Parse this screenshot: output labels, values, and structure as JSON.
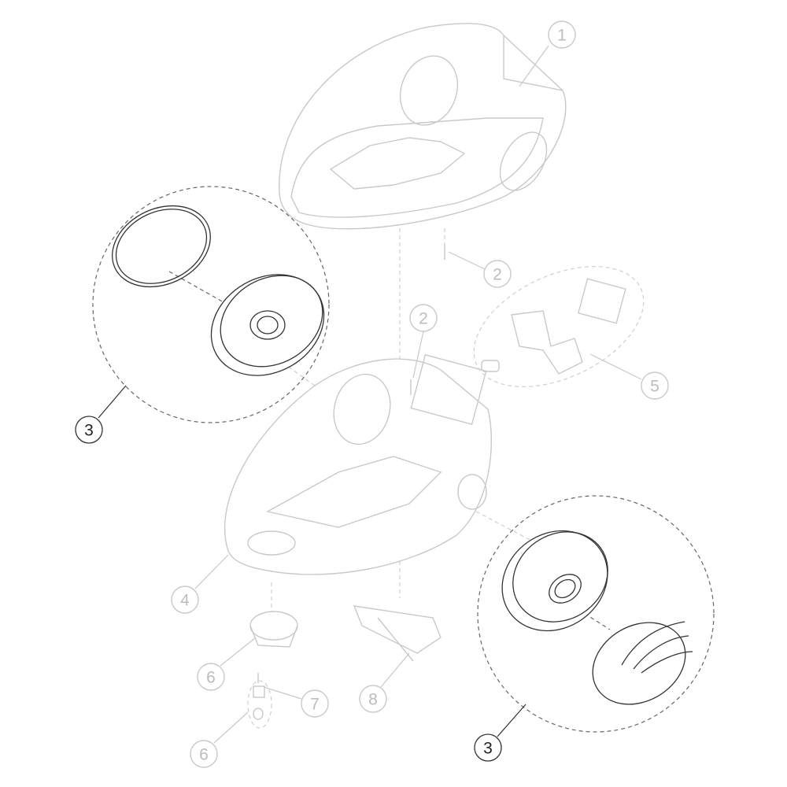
{
  "callouts": [
    {
      "label": "1",
      "part": "upper-housing"
    },
    {
      "label": "2",
      "part": "screw-upper"
    },
    {
      "label": "2",
      "part": "screw-lower"
    },
    {
      "label": "3",
      "part": "side-cover-left"
    },
    {
      "label": "5",
      "part": "switch-assembly"
    },
    {
      "label": "4",
      "part": "lower-housing"
    },
    {
      "label": "6",
      "part": "knob"
    },
    {
      "label": "7",
      "part": "pin"
    },
    {
      "label": "8",
      "part": "cord-guide"
    },
    {
      "label": "6",
      "part": "knob-insert"
    },
    {
      "label": "3",
      "part": "side-cover-right"
    }
  ],
  "colors": {
    "faint": "#c9c9c9",
    "dark": "#333333"
  }
}
